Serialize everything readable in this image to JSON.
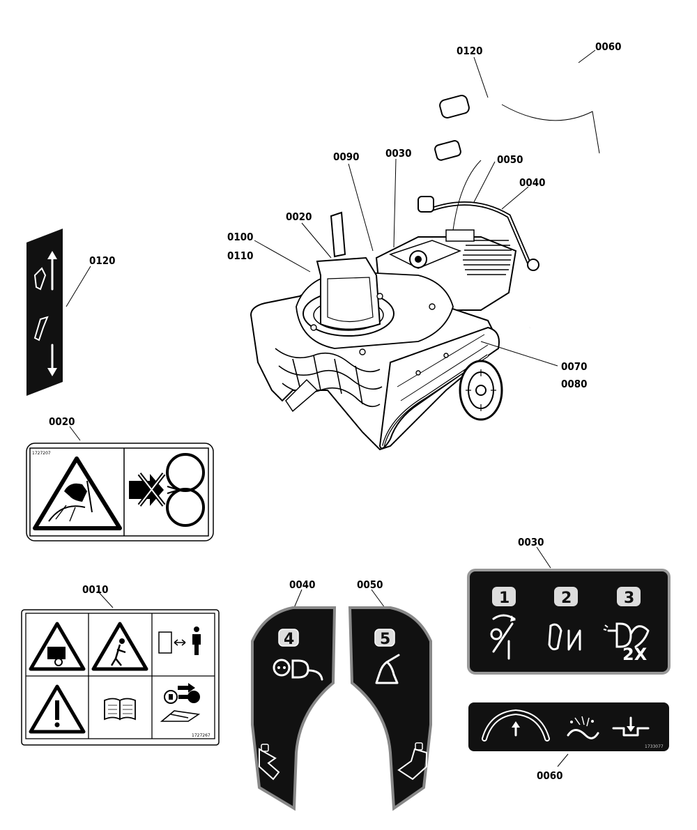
{
  "callouts": {
    "c0120_top": "0120",
    "c0060_top": "0060",
    "c0090": "0090",
    "c0030_top": "0030",
    "c0050_top": "0050",
    "c0040_top": "0040",
    "c0020_top": "0020",
    "c0100": "0100",
    "c0110": "0110",
    "c0070": "0070",
    "c0080": "0080",
    "c0120_left": "0120",
    "c0020_left": "0020",
    "c0010": "0010",
    "c0040_bottom": "0040",
    "c0050_bottom": "0050",
    "c0030_right": "0030",
    "c0060_bottom": "0060"
  },
  "decals": {
    "d0020_partno": "1727207",
    "d0010_partno": "1727267",
    "d0060_partno": "1733077",
    "d0030_steps": [
      "1",
      "2",
      "3"
    ],
    "d0030_repeat": "2X",
    "d0040_step": "4",
    "d0050_step": "5"
  },
  "icons": {
    "chute_up": "chute-up-arrow-icon",
    "chute_down": "chute-down-arrow-icon",
    "hand_hazard": "hand-in-impeller-warning-icon",
    "thrown_object": "thrown-object-icon",
    "manual": "read-manual-icon",
    "key": "remove-key-icon",
    "exclamation": "general-warning-icon"
  },
  "colors": {
    "decal_black": "#111111",
    "decal_border": "#888888",
    "ink": "#000000"
  }
}
